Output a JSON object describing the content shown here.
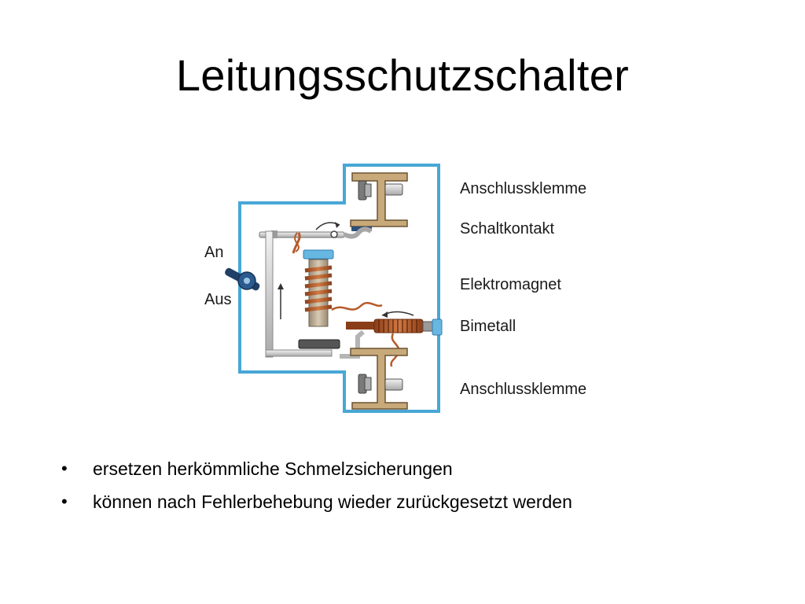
{
  "slide": {
    "title": "Leitungsschutzschalter"
  },
  "diagram": {
    "labels": {
      "an": "An",
      "aus": "Aus",
      "top_terminal": "Anschlussklemme",
      "contact": "Schaltkontakt",
      "electromagnet": "Elektromagnet",
      "bimetal": "Bimetall",
      "bottom_terminal": "Anschlussklemme"
    },
    "colors": {
      "housing_border": "#48a7d6",
      "terminal": "#c7a97a",
      "coil": "#b65a2a",
      "magnet_cap": "#67b7e2",
      "lever": "#1f3f66",
      "arm": "#cfcfcf"
    }
  },
  "bullets": {
    "marker": "•",
    "items": [
      "ersetzen herkömmliche Schmelzsicherungen",
      "können nach Fehlerbehebung wieder zurückgesetzt werden"
    ]
  }
}
